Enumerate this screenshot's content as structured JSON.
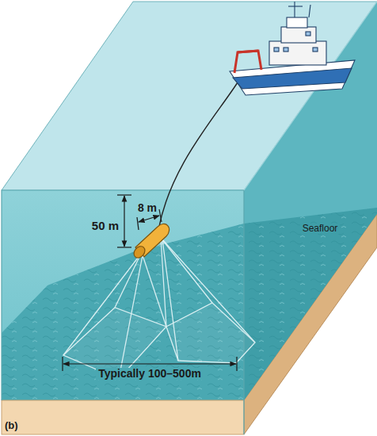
{
  "diagram": {
    "labels": [
      "50 m",
      "8 m",
      "Typically 100–500m",
      "Seafloor",
      "(b)"
    ]
  }
}
